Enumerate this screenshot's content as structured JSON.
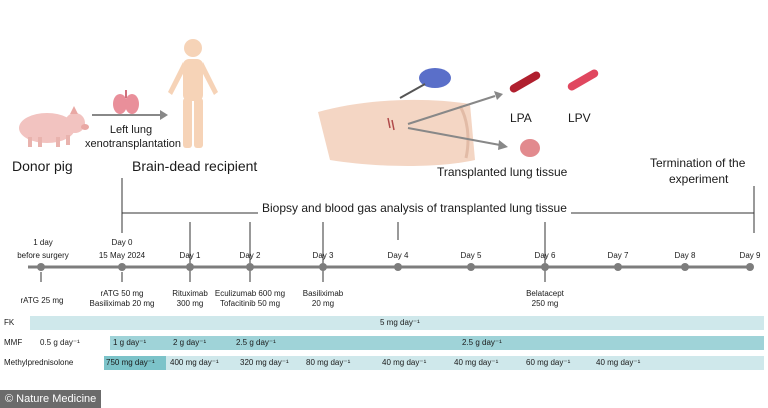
{
  "labels": {
    "donor_pig": "Donor pig",
    "procedure_line1": "Left lung",
    "procedure_line2": "xenotransplantation",
    "recipient": "Brain-dead recipient",
    "lpa": "LPA",
    "lpv": "LPV",
    "tissue": "Transplanted lung tissue",
    "termination_line1": "Termination of the",
    "termination_line2": "experiment",
    "biopsy": "Biopsy and blood gas analysis of transplanted lung tissue"
  },
  "timeline": {
    "pre": [
      "1 day",
      "before surgery"
    ],
    "day0": [
      "Day 0",
      "15 May 2024"
    ],
    "days": [
      "Day 1",
      "Day 2",
      "Day 3",
      "Day 4",
      "Day 5",
      "Day 6",
      "Day 7",
      "Day 8",
      "Day 9"
    ]
  },
  "drugs": {
    "pre": [
      "rATG 25 mg"
    ],
    "day0": [
      "rATG 50 mg",
      "Basiliximab 20 mg"
    ],
    "day1": [
      "Rituximab",
      "300 mg"
    ],
    "day2": [
      "Eculizumab 600 mg",
      "Tofacitinib 50 mg"
    ],
    "day3": [
      "Basiliximab",
      "20 mg"
    ],
    "day6": [
      "Belatacept",
      "250 mg"
    ]
  },
  "rows": {
    "fk": {
      "label": "FK",
      "segments": [
        "5 mg day⁻¹"
      ]
    },
    "mmf": {
      "label": "MMF",
      "segments": [
        "0.5 g day⁻¹",
        "1 g day⁻¹",
        "2 g day⁻¹",
        "2.5 g day⁻¹",
        "2.5 g day⁻¹"
      ]
    },
    "mp": {
      "label": "Methylprednisolone",
      "segments": [
        "750 mg day⁻¹",
        "400 mg day⁻¹",
        "320 mg day⁻¹",
        "80 mg day⁻¹",
        "40 mg day⁻¹",
        "40 mg day⁻¹",
        "60 mg day⁻¹",
        "40 mg day⁻¹"
      ]
    }
  },
  "credit": "© Nature Medicine",
  "colors": {
    "teal_light": "#cfe8eb",
    "teal_mid": "#9fd3d8",
    "teal_dark": "#7cc3c9",
    "dot": "#7d7d7d"
  }
}
